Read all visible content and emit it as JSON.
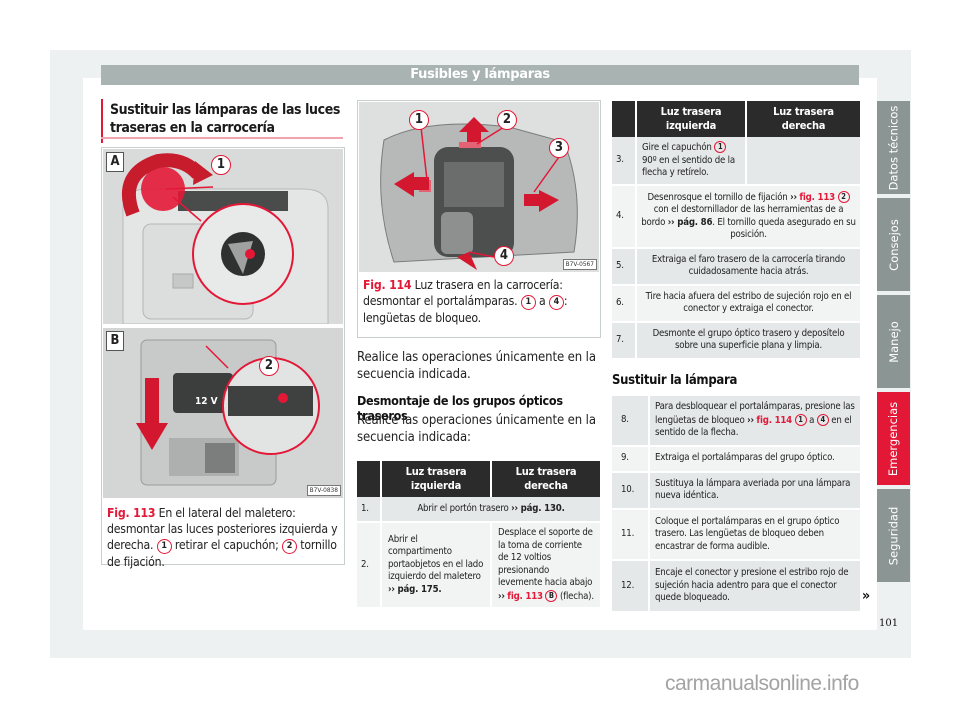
{
  "header": {
    "title": "Fusibles y lámparas"
  },
  "section": {
    "title": "Sustituir las lámparas de las luces traseras en la carrocería"
  },
  "figure113": {
    "panel_a_label": "A",
    "panel_b_label": "B",
    "callout_1": "1",
    "callout_2": "2",
    "socket_text": "12 V",
    "code": "B7V-0838",
    "caption_label": "Fig. 113",
    "caption_text_1": "En el lateral del maletero: desmontar las luces posteriores izquierda y derecha.",
    "caption_ref_1": "1",
    "caption_text_2": "retirar el capuchón;",
    "caption_ref_2": "2",
    "caption_text_3": "tornillo de fijación."
  },
  "figure114": {
    "callouts": [
      "1",
      "2",
      "3",
      "4"
    ],
    "code": "B7V-0567",
    "caption_label": "Fig. 114",
    "caption_text_1": "Luz trasera en la carrocería: desmontar el portalámparas.",
    "caption_ref_1": "1",
    "caption_mid": "a",
    "caption_ref_2": "4",
    "caption_text_2": ": lengüetas de bloqueo."
  },
  "intro": {
    "paragraph": "Realice las operaciones únicamente en la secuencia indicada.",
    "subhead": "Desmontaje de los grupos ópticos traseros",
    "paragraph2": "Realice las operaciones únicamente en la secuencia indicada:"
  },
  "table_headers": {
    "left": "Luz trasera izquierda",
    "right": "Luz trasera derecha"
  },
  "removal_steps": [
    {
      "num": "1.",
      "both": "Abrir el portón trasero",
      "ref": "›› pág. 130."
    },
    {
      "num": "2.",
      "left": "Abrir el compartimento portaobjetos en el lado izquierdo del maletero",
      "left_ref": "›› pág. 175.",
      "right": "Desplace el soporte de la toma de corriente de 12 voltios presionando levemente hacia abajo",
      "right_ref_arrow": "››",
      "right_ref": "fig. 113",
      "right_ref_badge": "B",
      "right_tail": "(flecha)."
    },
    {
      "num": "3.",
      "left": "Gire el capuchón",
      "left_badge": "1",
      "left_tail": "90º en el sentido de la flecha y retírelo.",
      "right": ""
    },
    {
      "num": "4.",
      "both_pre": "Desenrosque el tornillo de fijación",
      "both_arrow": "››",
      "both_ref": "fig. 113",
      "both_badge": "2",
      "both_mid": "con el destornillador de las herramientas de a bordo",
      "both_page": "›› pág. 86",
      "both_tail": ". El tornillo queda asegurado en su posición."
    },
    {
      "num": "5.",
      "both": "Extraiga el faro trasero de la carrocería tirando cuidadosamente hacia atrás."
    },
    {
      "num": "6.",
      "both": "Tire hacia afuera del estribo de sujeción rojo en el conector y extraiga el conector."
    },
    {
      "num": "7.",
      "both": "Desmonte el grupo óptico trasero y deposítelo sobre una superficie plana y limpia."
    }
  ],
  "replace": {
    "subhead": "Sustituir la lámpara",
    "steps": [
      {
        "num": "8.",
        "pre": "Para desbloquear el portalámparas, presione las lengüetas de bloqueo",
        "arrow": "››",
        "ref": "fig. 114",
        "badge1": "1",
        "mid": "a",
        "badge2": "4",
        "tail": "en el sentido de la flecha."
      },
      {
        "num": "9.",
        "text": "Extraiga el portalámparas del grupo óptico."
      },
      {
        "num": "10.",
        "text": "Sustituya la lámpara averiada por una lámpara nueva idéntica."
      },
      {
        "num": "11.",
        "text": "Coloque el portalámparas en el grupo óptico trasero. Las lengüetas de bloqueo deben encastrar de forma audible."
      },
      {
        "num": "12.",
        "text": "Encaje el conector y presione el estribo rojo de sujeción hacia adentro para que el conector quede bloqueado."
      }
    ]
  },
  "side_tabs": [
    {
      "label": "Datos técnicos",
      "active": false
    },
    {
      "label": "Consejos",
      "active": false
    },
    {
      "label": "Manejo",
      "active": false
    },
    {
      "label": "Emergencias",
      "active": true
    },
    {
      "label": "Seguridad",
      "active": false
    }
  ],
  "continue_mark": "»",
  "page_number": "101",
  "watermark": "carmanualsonline.info",
  "colors": {
    "accent": "#e31837",
    "header_bar": "#a9b4b2",
    "tab": "#8b9593",
    "table_header": "#2b2b2b"
  }
}
